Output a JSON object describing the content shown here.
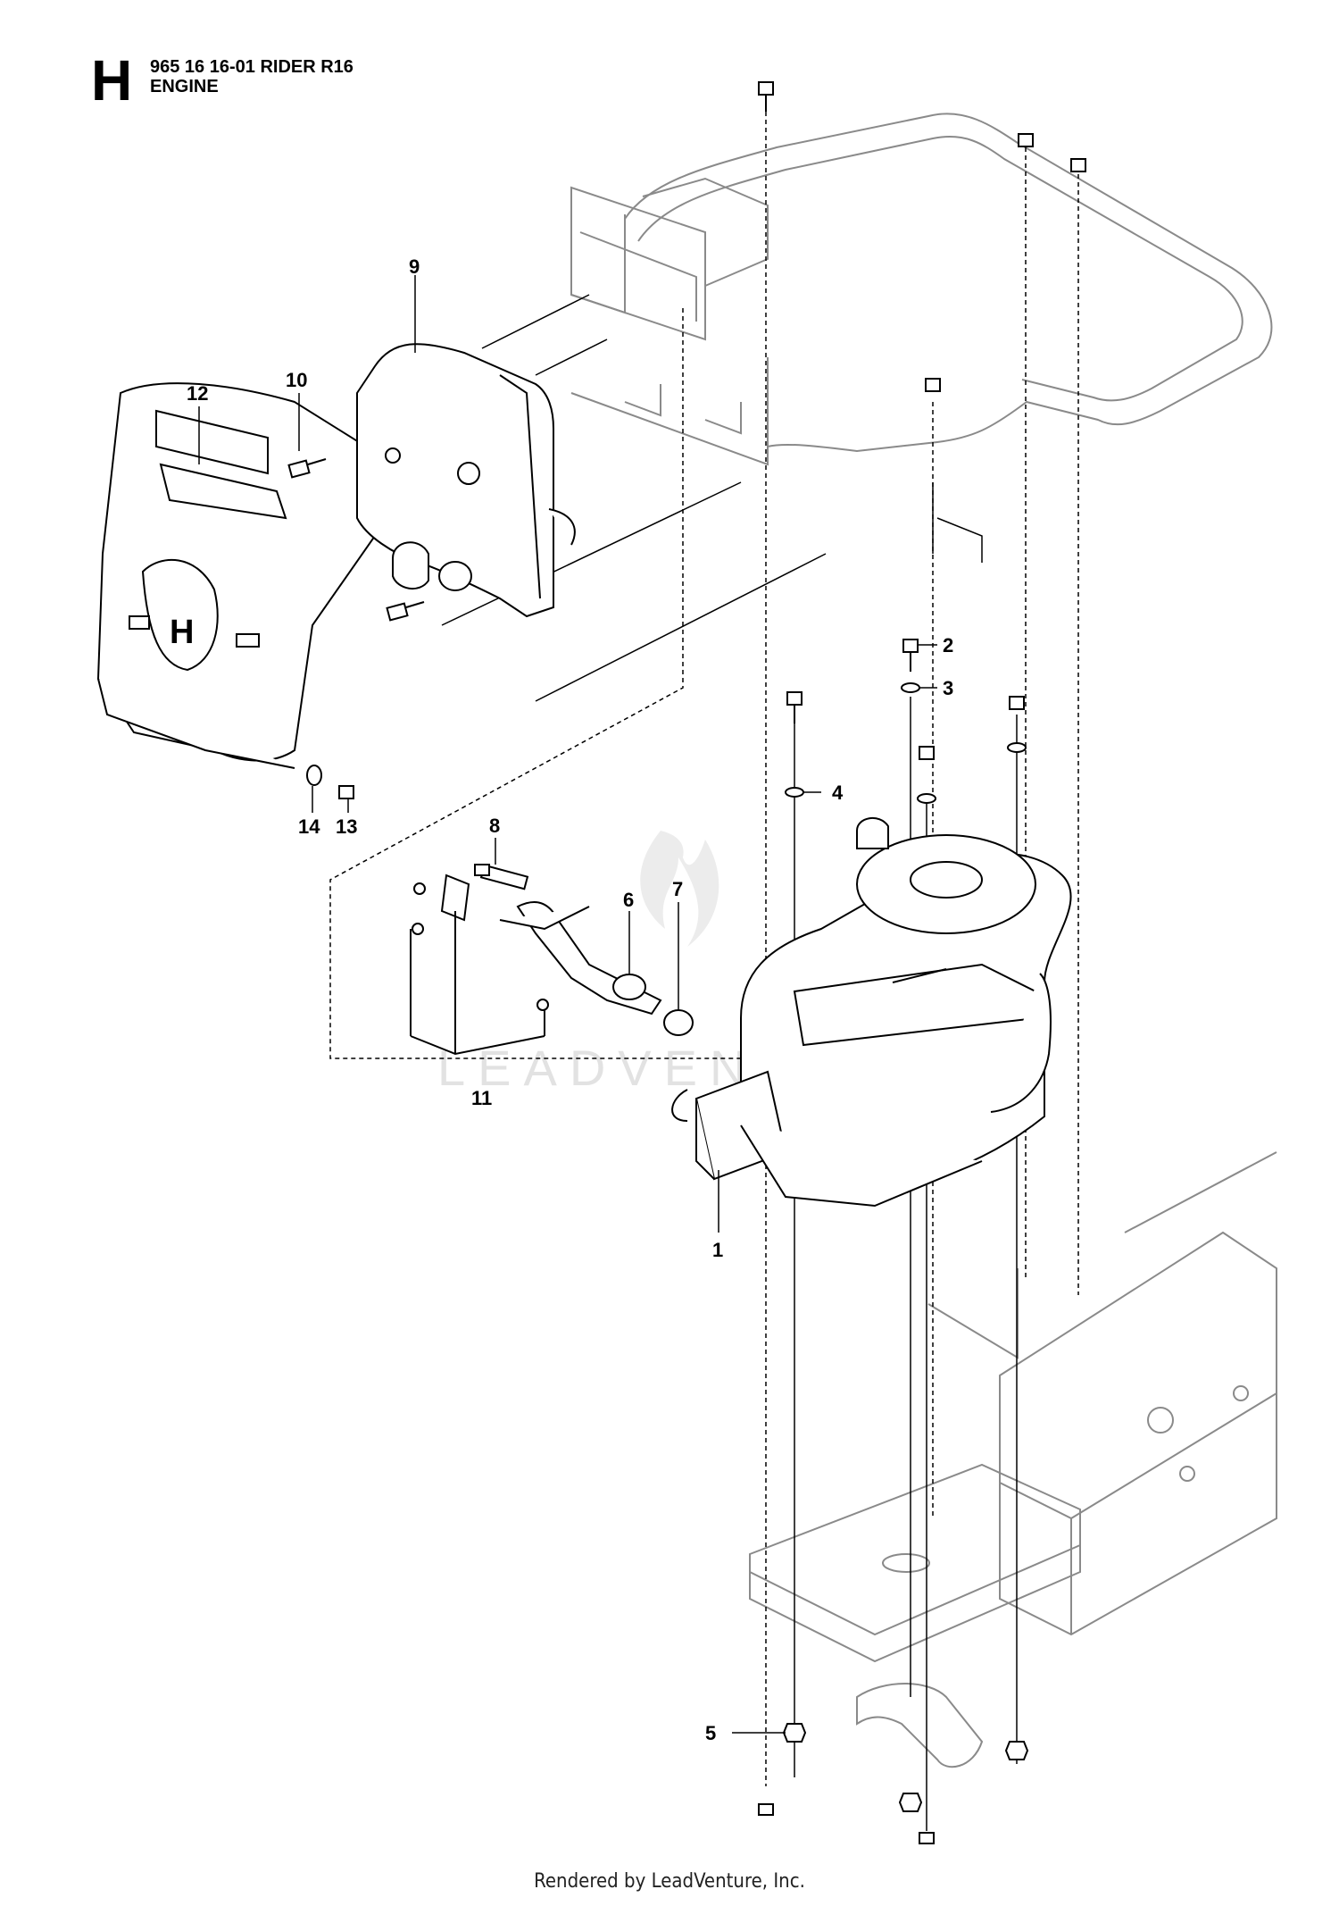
{
  "header": {
    "section_letter": "H",
    "part_number": "965 16 16-01 RIDER R16",
    "subtitle": "ENGINE"
  },
  "callouts": [
    {
      "id": "1",
      "label": "1"
    },
    {
      "id": "2",
      "label": "2"
    },
    {
      "id": "3",
      "label": "3"
    },
    {
      "id": "4",
      "label": "4"
    },
    {
      "id": "5",
      "label": "5"
    },
    {
      "id": "6",
      "label": "6"
    },
    {
      "id": "7",
      "label": "7"
    },
    {
      "id": "8",
      "label": "8"
    },
    {
      "id": "9",
      "label": "9"
    },
    {
      "id": "10",
      "label": "10"
    },
    {
      "id": "11",
      "label": "11"
    },
    {
      "id": "12",
      "label": "12"
    },
    {
      "id": "13",
      "label": "13"
    },
    {
      "id": "14",
      "label": "14"
    }
  ],
  "watermark": {
    "text": "LEADVENTURE"
  },
  "footer": {
    "text": "Rendered by LeadVenture, Inc."
  },
  "colors": {
    "line": "#000000",
    "ghost_line": "#8a8a8a",
    "watermark": "#e2e2e2"
  }
}
